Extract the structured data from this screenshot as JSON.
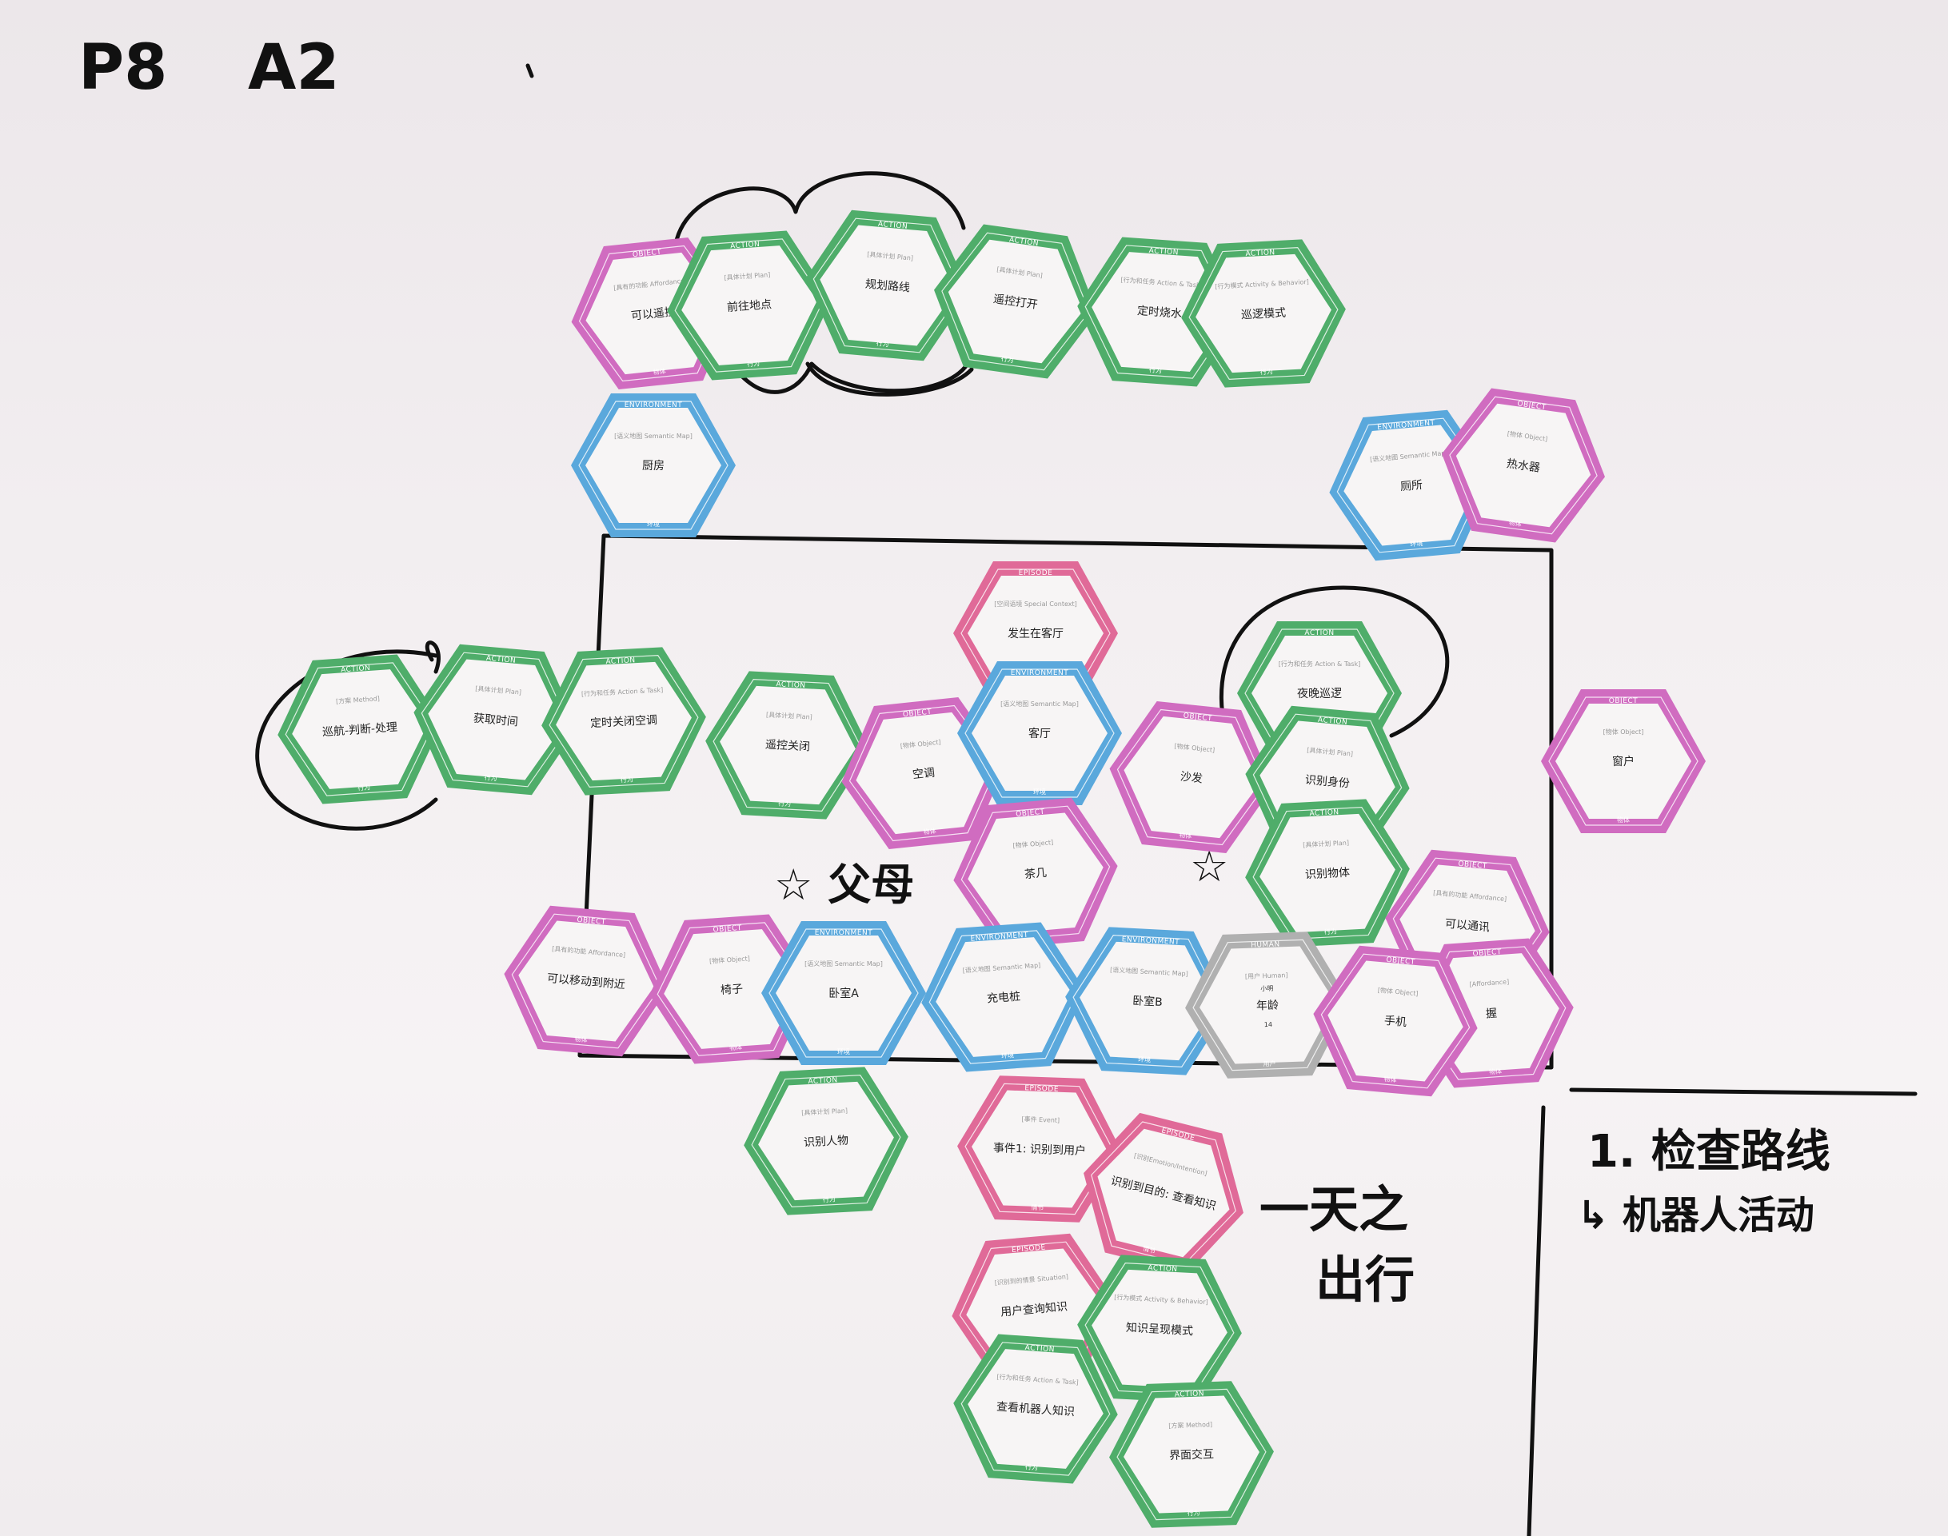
{
  "header": {
    "p_label": "P8",
    "a_label": "A2"
  },
  "annotations": {
    "parents": "☆ 父母",
    "star": "☆",
    "day_out_1": "一天之",
    "day_out_2": "出行",
    "note_1": "1. 检查路线",
    "note_2": "↳ 机器人活动"
  },
  "colors": {
    "action": "#4fad6a",
    "object": "#d06cc0",
    "environment": "#5aa8dc",
    "episode": "#e06a98",
    "human": "#b0b0b0"
  },
  "hexes": [
    {
      "cat": "OBJECT",
      "type": "object",
      "sub": "[具有的功能 Affordance]",
      "label": "可以遥控",
      "foot": "物体"
    },
    {
      "cat": "ACTION",
      "type": "action",
      "sub": "[具体计划 Plan]",
      "label": "前往地点",
      "foot": "行为"
    },
    {
      "cat": "ACTION",
      "type": "action",
      "sub": "[具体计划 Plan]",
      "label": "规划路线",
      "foot": "行为"
    },
    {
      "cat": "ACTION",
      "type": "action",
      "sub": "[具体计划 Plan]",
      "label": "遥控打开",
      "foot": "行为"
    },
    {
      "cat": "ACTION",
      "type": "action",
      "sub": "[行为和任务 Action & Task]",
      "label": "定时烧水",
      "foot": "行为"
    },
    {
      "cat": "ACTION",
      "type": "action",
      "sub": "[行为模式 Activity & Behavior]",
      "label": "巡逻模式",
      "foot": "行为"
    },
    {
      "cat": "ENVIRONMENT",
      "type": "environment",
      "sub": "[语义地图 Semantic Map]",
      "label": "厨房",
      "foot": "环境"
    },
    {
      "cat": "ENVIRONMENT",
      "type": "environment",
      "sub": "[语义地图 Semantic Map]",
      "label": "厕所",
      "foot": "环境"
    },
    {
      "cat": "OBJECT",
      "type": "object",
      "sub": "[物体 Object]",
      "label": "热水器",
      "foot": "物体"
    },
    {
      "cat": "EPISODE",
      "type": "episode",
      "sub": "[空间语境 Special Context]",
      "label": "发生在客厅",
      "foot": "情节"
    },
    {
      "cat": "ACTION",
      "type": "action",
      "sub": "[方案 Method]",
      "label": "巡航-判断-处理",
      "foot": "行为"
    },
    {
      "cat": "ACTION",
      "type": "action",
      "sub": "[具体计划 Plan]",
      "label": "获取时间",
      "foot": "行为"
    },
    {
      "cat": "ACTION",
      "type": "action",
      "sub": "[行为和任务 Action & Task]",
      "label": "定时关闭空调",
      "foot": "行为"
    },
    {
      "cat": "ACTION",
      "type": "action",
      "sub": "[具体计划 Plan]",
      "label": "遥控关闭",
      "foot": "行为"
    },
    {
      "cat": "OBJECT",
      "type": "object",
      "sub": "[物体 Object]",
      "label": "空调",
      "foot": "物体"
    },
    {
      "cat": "ENVIRONMENT",
      "type": "environment",
      "sub": "[语义地图 Semantic Map]",
      "label": "客厅",
      "foot": "环境"
    },
    {
      "cat": "OBJECT",
      "type": "object",
      "sub": "[物体 Object]",
      "label": "沙发",
      "foot": "物体"
    },
    {
      "cat": "OBJECT",
      "type": "object",
      "sub": "[物体 Object]",
      "label": "茶几",
      "foot": "物体"
    },
    {
      "cat": "ACTION",
      "type": "action",
      "sub": "[行为和任务 Action & Task]",
      "label": "夜晚巡逻",
      "foot": "行为"
    },
    {
      "cat": "ACTION",
      "type": "action",
      "sub": "[具体计划 Plan]",
      "label": "识别身份",
      "foot": "行为"
    },
    {
      "cat": "ACTION",
      "type": "action",
      "sub": "[具体计划 Plan]",
      "label": "识别物体",
      "foot": "行为"
    },
    {
      "cat": "OBJECT",
      "type": "object",
      "sub": "[物体 Object]",
      "label": "窗户",
      "foot": "物体"
    },
    {
      "cat": "OBJECT",
      "type": "object",
      "sub": "[具有的功能 Affordance]",
      "label": "可以移动到附近",
      "foot": "物体"
    },
    {
      "cat": "OBJECT",
      "type": "object",
      "sub": "[物体 Object]",
      "label": "椅子",
      "foot": "物体"
    },
    {
      "cat": "ENVIRONMENT",
      "type": "environment",
      "sub": "[语义地图 Semantic Map]",
      "label": "卧室A",
      "foot": "环境"
    },
    {
      "cat": "ENVIRONMENT",
      "type": "environment",
      "sub": "[语义地图 Semantic Map]",
      "label": "充电桩",
      "foot": "环境"
    },
    {
      "cat": "ENVIRONMENT",
      "type": "environment",
      "sub": "[语义地图 Semantic Map]",
      "label": "卧室B",
      "foot": "环境"
    },
    {
      "cat": "HUMAN",
      "type": "human",
      "sub": "[用户 Human]",
      "label": "年龄",
      "foot": "用户",
      "extra_top": "小明",
      "extra_bottom": "14"
    },
    {
      "cat": "OBJECT",
      "type": "object",
      "sub": "[具有的功能 Affordance]",
      "label": "可以通讯",
      "foot": "物体"
    },
    {
      "cat": "OBJECT",
      "type": "object",
      "sub": "[Affordance]",
      "label": "握",
      "foot": "物体"
    },
    {
      "cat": "OBJECT",
      "type": "object",
      "sub": "[物体 Object]",
      "label": "手机",
      "foot": "物体"
    },
    {
      "cat": "ACTION",
      "type": "action",
      "sub": "[具体计划 Plan]",
      "label": "识别人物",
      "foot": "行为"
    },
    {
      "cat": "EPISODE",
      "type": "episode",
      "sub": "[事件 Event]",
      "label": "事件1: 识别到用户",
      "foot": "情节"
    },
    {
      "cat": "EPISODE",
      "type": "episode",
      "sub": "[识别Emotion/Intention]",
      "label": "识别到目的: 查看知识",
      "foot": "情节"
    },
    {
      "cat": "EPISODE",
      "type": "episode",
      "sub": "[识别到的情景 Situation]",
      "label": "用户查询知识",
      "foot": "情节"
    },
    {
      "cat": "ACTION",
      "type": "action",
      "sub": "[行为模式 Activity & Behavior]",
      "label": "知识呈现模式",
      "foot": "行为"
    },
    {
      "cat": "ACTION",
      "type": "action",
      "sub": "[行为和任务 Action & Task]",
      "label": "查看机器人知识",
      "foot": "行为"
    },
    {
      "cat": "ACTION",
      "type": "action",
      "sub": "[方案 Method]",
      "label": "界面交互",
      "foot": "行为"
    }
  ]
}
